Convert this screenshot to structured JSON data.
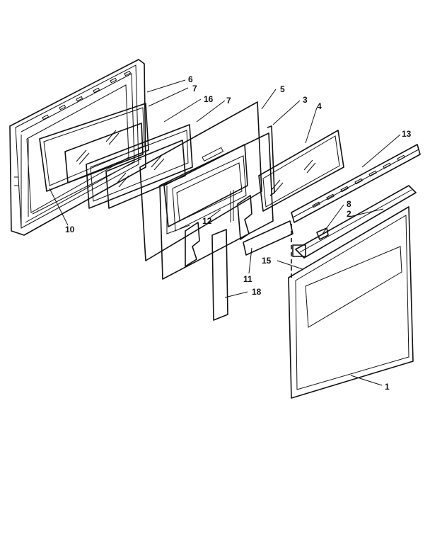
{
  "callouts": {
    "c1": "1",
    "c2": "2",
    "c3": "3",
    "c4": "4",
    "c5": "5",
    "c6": "6",
    "c7a": "7",
    "c7b": "7",
    "c8": "8",
    "c10": "10",
    "c11": "11",
    "c12": "12",
    "c13": "13",
    "c15": "15",
    "c16": "16",
    "c18": "18"
  }
}
